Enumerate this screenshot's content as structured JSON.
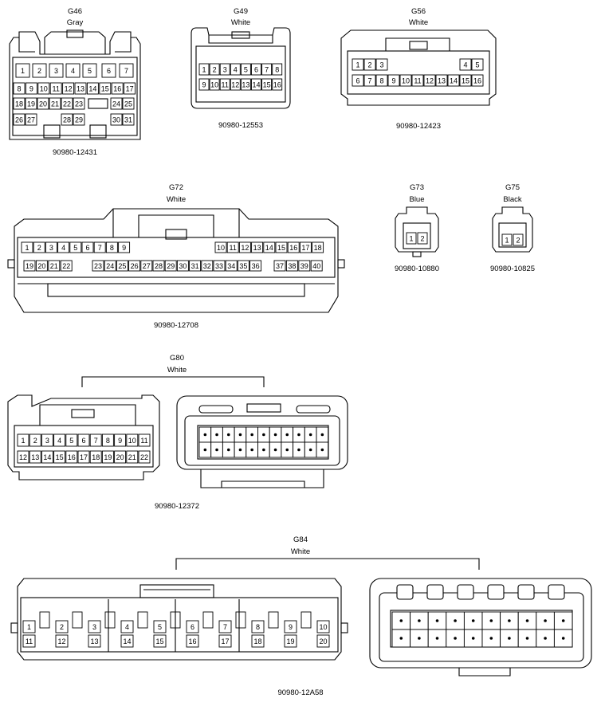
{
  "connectors": [
    {
      "id": "G46",
      "color": "Gray",
      "part": "90980-12431",
      "rows": [
        [
          "1",
          "2",
          "3",
          "4",
          "5",
          "6",
          "7"
        ],
        [
          "8",
          "9",
          "10",
          "11",
          "12",
          "13",
          "14",
          "15",
          "16",
          "17"
        ],
        [
          "18",
          "19",
          "20",
          "21",
          "22",
          "23",
          "24",
          "25"
        ],
        [
          "26",
          "27",
          "28",
          "29",
          "30",
          "31"
        ]
      ]
    },
    {
      "id": "G49",
      "color": "White",
      "part": "90980-12553",
      "rows": [
        [
          "1",
          "2",
          "3",
          "4",
          "5",
          "6",
          "7",
          "8"
        ],
        [
          "9",
          "10",
          "11",
          "12",
          "13",
          "14",
          "15",
          "16"
        ]
      ]
    },
    {
      "id": "G56",
      "color": "White",
      "part": "90980-12423",
      "rows": [
        [
          "1",
          "2",
          "3",
          "4",
          "5"
        ],
        [
          "6",
          "7",
          "8",
          "9",
          "10",
          "11",
          "12",
          "13",
          "14",
          "15",
          "16"
        ]
      ]
    },
    {
      "id": "G72",
      "color": "White",
      "part": "90980-12708",
      "rows": [
        [
          "1",
          "2",
          "3",
          "4",
          "5",
          "6",
          "7",
          "8",
          "9",
          "10",
          "11",
          "12",
          "13",
          "14",
          "15",
          "16",
          "17",
          "18"
        ],
        [
          "19",
          "20",
          "21",
          "22",
          "23",
          "24",
          "25",
          "26",
          "27",
          "28",
          "29",
          "30",
          "31",
          "32",
          "33",
          "34",
          "35",
          "36",
          "37",
          "38",
          "39",
          "40"
        ]
      ]
    },
    {
      "id": "G73",
      "color": "Blue",
      "part": "90980-10880",
      "rows": [
        [
          "1",
          "2"
        ]
      ]
    },
    {
      "id": "G75",
      "color": "Black",
      "part": "90980-10825",
      "rows": [
        [
          "1",
          "2"
        ]
      ]
    },
    {
      "id": "G80",
      "color": "White",
      "part": "90980-12372",
      "rows": [
        [
          "1",
          "2",
          "3",
          "4",
          "5",
          "6",
          "7",
          "8",
          "9",
          "10",
          "11"
        ],
        [
          "12",
          "13",
          "14",
          "15",
          "16",
          "17",
          "18",
          "19",
          "20",
          "21",
          "22"
        ]
      ]
    },
    {
      "id": "G84",
      "color": "White",
      "part": "90980-12A58",
      "rows": [
        [
          "1",
          "2",
          "3",
          "4",
          "5",
          "6",
          "7",
          "8",
          "9",
          "10"
        ],
        [
          "11",
          "12",
          "13",
          "14",
          "15",
          "16",
          "17",
          "18",
          "19",
          "20"
        ]
      ]
    }
  ]
}
